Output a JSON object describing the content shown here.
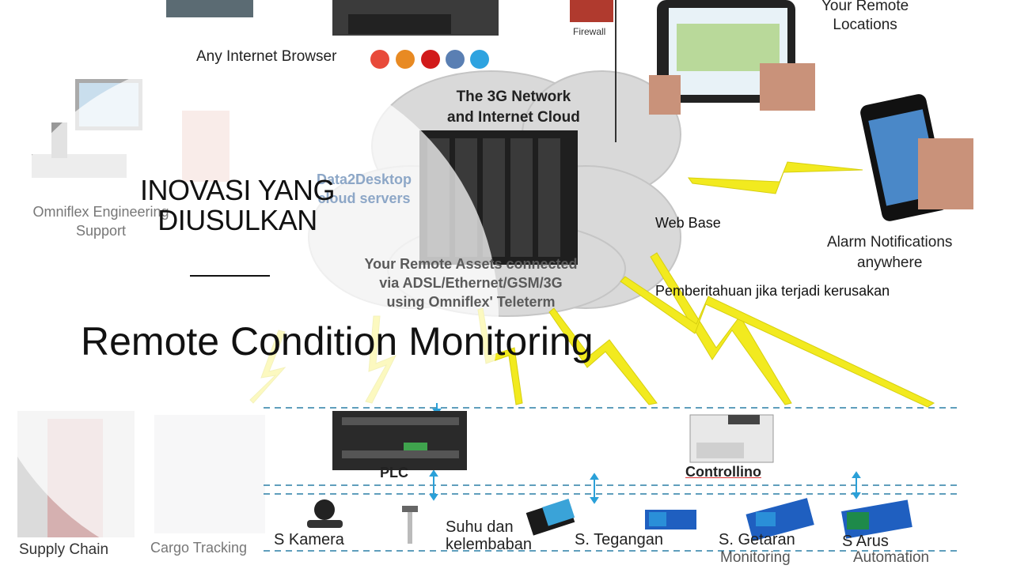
{
  "slide": {
    "title_lines": [
      "INOVASI YANG",
      "DIUSULKAN"
    ],
    "subtitle": "Remote Condition Monitoring"
  },
  "notes": {
    "web_base": "Web Base",
    "alert": "Pemberitahuan jika terjadi kerusakan"
  },
  "background_diagram": {
    "browser_label": "Any Internet Browser",
    "firewall_label": "Firewall",
    "remote_locations": [
      "Your Remote",
      "Locations"
    ],
    "cloud_label": [
      "The 3G Network",
      "and Internet Cloud"
    ],
    "servers_label": [
      "Data2Desktop",
      "cloud servers"
    ],
    "assets_label": [
      "Your Remote Assets connected",
      "via ADSL/Ethernet/GSM/3G",
      "using Omniflex' Teleterm"
    ],
    "engineering_label": [
      "Omniflex Engineering",
      "Support"
    ],
    "alarm_label": [
      "Alarm Notifications",
      "anywhere"
    ],
    "bottom_labels": [
      "Supply Chain",
      "Cargo Tracking",
      "Monitoring",
      "Automation"
    ]
  },
  "components": {
    "plc": "PLC",
    "controllino": "Controllino",
    "sensors": [
      "S Kamera",
      "Suhu dan",
      "kelembaban",
      "S. Tegangan",
      "S. Getaran",
      "S Arus"
    ]
  },
  "colors": {
    "lightning": "#f2ea1f",
    "dashed_line": "#2a7fa6",
    "arrow": "#2aa0d8",
    "cloud": "#dcdcdc",
    "overlay": "#ffffff"
  }
}
